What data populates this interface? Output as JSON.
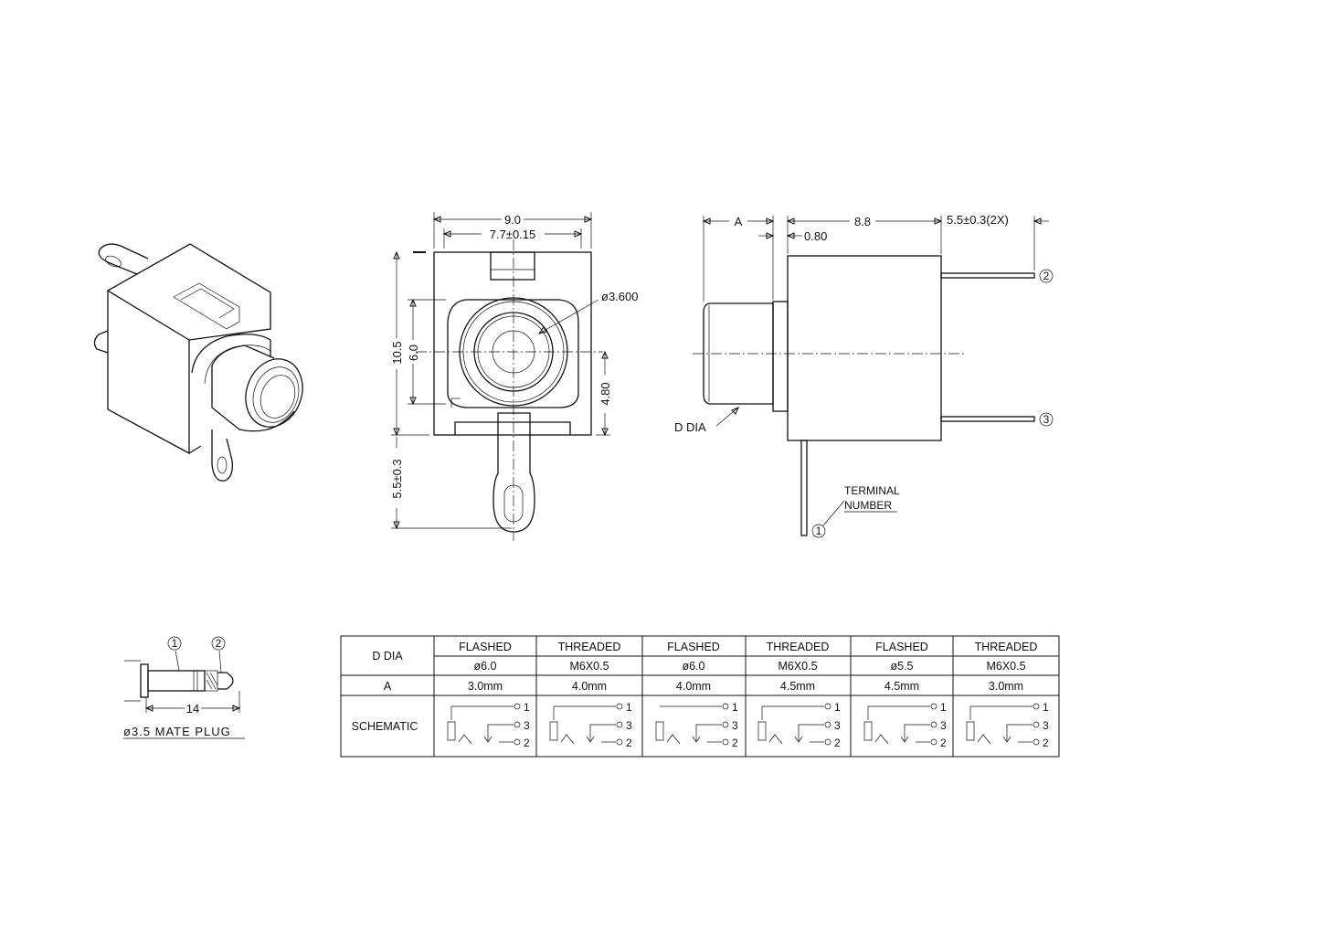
{
  "top_dims": {
    "width_total": "9.0",
    "width_inner": "7.7±0.15",
    "hole_dia": "ø3.600",
    "height_total": "10.5",
    "height_inner": "6.0",
    "center_height": "4.80",
    "lug_length": "5.5±0.3"
  },
  "side_dims": {
    "a_label": "A",
    "body_length": "8.8",
    "pin_length": "5.5±0.3(2X)",
    "flange": "0.80",
    "d_dia": "D DIA",
    "terminal_label_1": "TERMINAL",
    "terminal_label_2": "NUMBER",
    "pin_numbers": [
      "1",
      "2",
      "3"
    ]
  },
  "mate_plug": {
    "pin_1": "1",
    "pin_2": "2",
    "length": "14",
    "caption": "ø3.5 MATE PLUG"
  },
  "spec_table": {
    "row_labels": [
      "D DIA",
      "A",
      "SCHEMATIC"
    ],
    "columns": [
      {
        "finish": "FLASHED",
        "dia": "ø6.0",
        "a": "3.0mm"
      },
      {
        "finish": "THREADED",
        "dia": "M6X0.5",
        "a": "4.0mm"
      },
      {
        "finish": "FLASHED",
        "dia": "ø6.0",
        "a": "4.0mm"
      },
      {
        "finish": "THREADED",
        "dia": "M6X0.5",
        "a": "4.5mm"
      },
      {
        "finish": "FLASHED",
        "dia": "ø5.5",
        "a": "4.5mm"
      },
      {
        "finish": "THREADED",
        "dia": "M6X0.5",
        "a": "3.0mm"
      }
    ],
    "schematic_pins": [
      "1",
      "3",
      "2"
    ]
  }
}
